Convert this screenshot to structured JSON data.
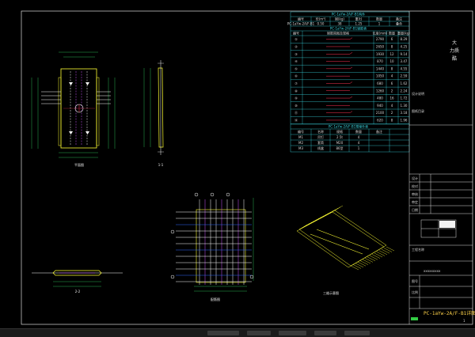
{
  "table_top": {
    "title1": "PC-1aYw-2A/F-B1构件",
    "headers1": [
      "编号",
      "砼(m³)",
      "钢(kg)",
      "重(t)",
      "数量",
      "备注"
    ],
    "row1": [
      "PC-1aYw-2A/F-B1",
      "0.50",
      "38",
      "1.25",
      "1",
      "叠合"
    ],
    "title2": "PC-1aYw-2A/F-B1钢筋表",
    "headers2": [
      "编号",
      "钢筋简图及规格",
      "长度(mm)",
      "数量",
      "重量(kg)"
    ],
    "rows2": [
      [
        "①",
        "",
        "2790",
        "6",
        "8.29"
      ],
      [
        "②",
        "",
        "2650",
        "8",
        "4.25"
      ],
      [
        "③",
        "",
        "1930",
        "12",
        "9.14"
      ],
      [
        "④",
        "",
        "870",
        "10",
        "3.47"
      ],
      [
        "⑤",
        "",
        "1440",
        "8",
        "4.55"
      ],
      [
        "⑥",
        "",
        "1050",
        "4",
        "2.59"
      ],
      [
        "⑦",
        "",
        "680",
        "6",
        "1.62"
      ],
      [
        "⑧",
        "",
        "1260",
        "2",
        "2.24"
      ],
      [
        "⑨",
        "",
        "480",
        "16",
        "1.72"
      ],
      [
        "⑩",
        "",
        "940",
        "4",
        "1.30"
      ],
      [
        "⑪",
        "",
        "2100",
        "2",
        "3.18"
      ],
      [
        "⑫",
        "",
        "620",
        "8",
        "1.96"
      ]
    ],
    "title3": "PC-1aYw-2A/F-B1预埋件表",
    "headers3": [
      "编号",
      "名称",
      "规格",
      "数量",
      "备注"
    ],
    "rows3": [
      [
        "M1",
        "吊钉",
        "2.5t",
        "4",
        ""
      ],
      [
        "M2",
        "套筒",
        "M20",
        "4",
        ""
      ],
      [
        "M3",
        "线盒",
        "86型",
        "1",
        ""
      ]
    ]
  },
  "title_block": {
    "company_line1": "大",
    "company_line2": "力质",
    "company_line3": "酷",
    "side_notes": [
      "设计说明",
      "图纸目录"
    ],
    "rows_right": [
      "设计",
      "校对",
      "审核",
      "审定",
      "日期"
    ],
    "project_label": "工程名称",
    "project_value": "xxxxxxxxx",
    "drawing_code": "PC-1aYw-2A/F-B1详图",
    "sheet_label": "图号",
    "scale_label": "比例",
    "page": "1"
  },
  "views": {
    "plan_label": "平面图",
    "side_label": "1-1",
    "bottom_label": "2-2",
    "rebar_label": "配筋图",
    "iso_label": "三维示意图"
  },
  "colors": {
    "frame": "#e6e6e6",
    "table": "#39d6e0",
    "outline": "#ffff33",
    "rebar": "#ffffff",
    "rebar2": "#cc55ff",
    "dim": "#33dd66",
    "red": "#ff3355",
    "accent": "#2f6bff"
  }
}
